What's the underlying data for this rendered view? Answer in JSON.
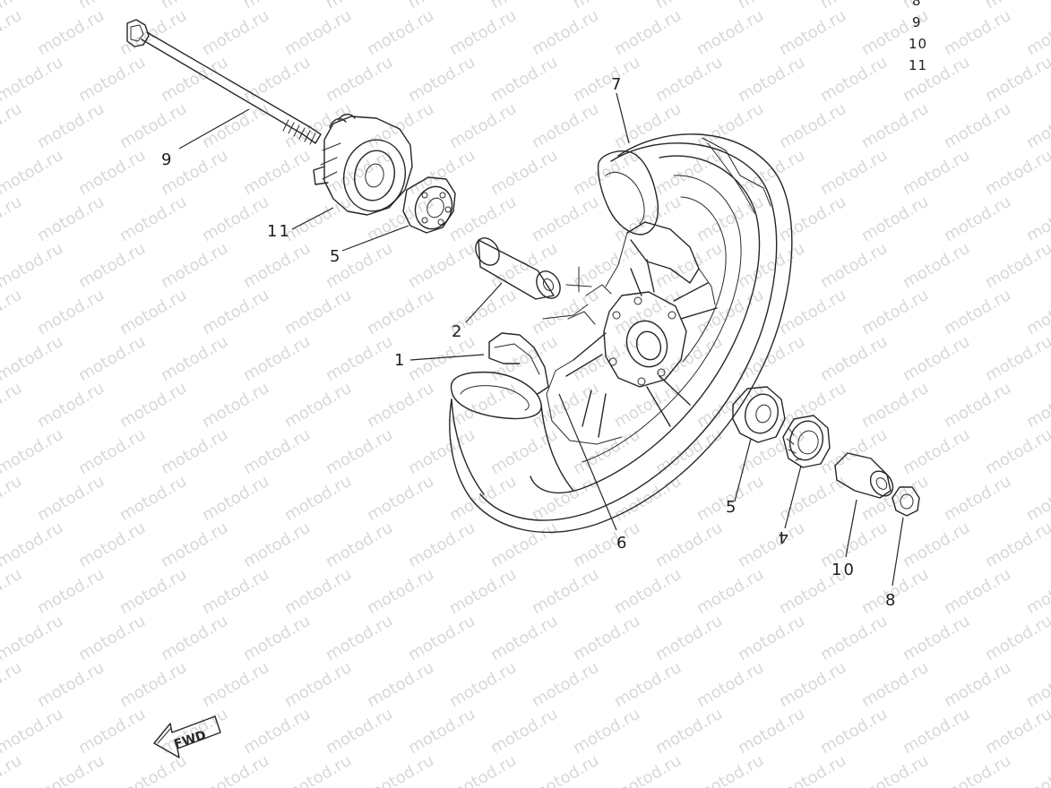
{
  "watermark": {
    "text": "motod.ru",
    "color": "#d8d8d8"
  },
  "legend": {
    "entries": [
      "8",
      "9",
      "10",
      "11"
    ]
  },
  "parts": [
    {
      "id": "1",
      "label": "1"
    },
    {
      "id": "2",
      "label": "2"
    },
    {
      "id": "4",
      "label": "4"
    },
    {
      "id": "5a",
      "label": "5"
    },
    {
      "id": "5b",
      "label": "5"
    },
    {
      "id": "6",
      "label": "6"
    },
    {
      "id": "7",
      "label": "7"
    },
    {
      "id": "8",
      "label": "8"
    },
    {
      "id": "9",
      "label": "9"
    },
    {
      "id": "10",
      "label": "10"
    },
    {
      "id": "11",
      "label": "11"
    }
  ],
  "direction_marker": {
    "label": "FWD"
  }
}
